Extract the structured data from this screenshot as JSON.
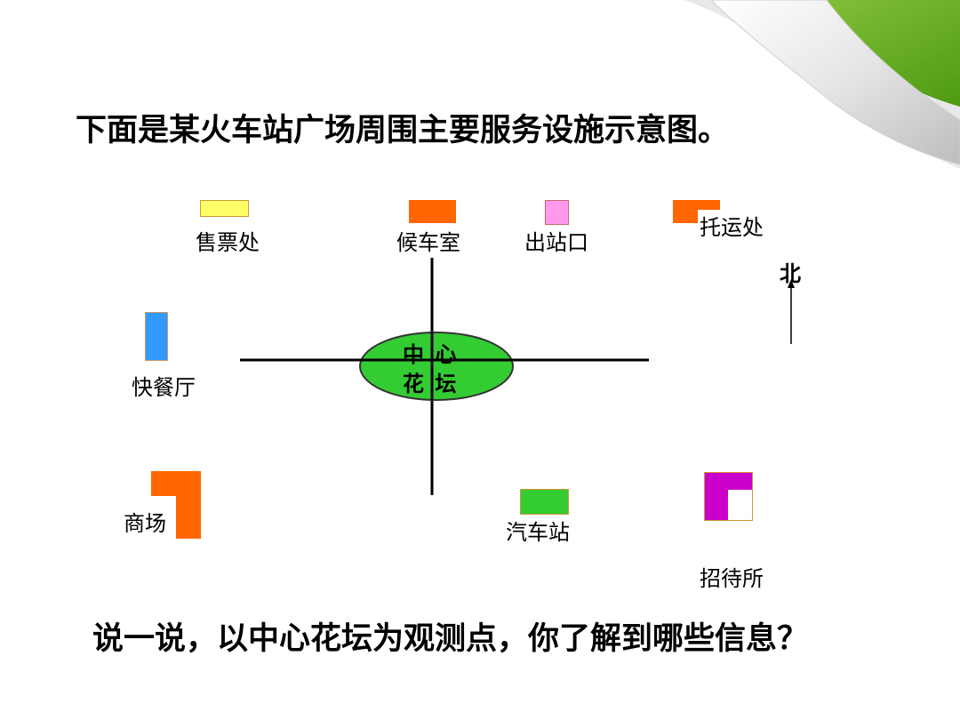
{
  "slide": {
    "title": "下面是某火车站广场周围主要服务设施示意图。",
    "question": "说一说，以中心花坛为观测点，你了解到哪些信息？"
  },
  "center": {
    "line1": "中 心",
    "line2": "花 坛",
    "color": "#33cc33"
  },
  "compass": {
    "label": "北"
  },
  "facilities": {
    "ticket_office": {
      "label": "售票处",
      "color": "#ffff66"
    },
    "waiting_room": {
      "label": "候车室",
      "color": "#ff6600"
    },
    "exit": {
      "label": "出站口",
      "color": "#ff99ee"
    },
    "consignment": {
      "label": "托运处",
      "color": "#ff6600"
    },
    "fast_food": {
      "label": "快餐厅",
      "color": "#3399ff"
    },
    "mall": {
      "label": "商场",
      "color": "#ff6600"
    },
    "bus_station": {
      "label": "汽车站",
      "color": "#33cc33"
    },
    "guesthouse": {
      "label": "招待所",
      "color": "#cc00cc"
    }
  },
  "decor": {
    "accent": "#66b31a"
  }
}
